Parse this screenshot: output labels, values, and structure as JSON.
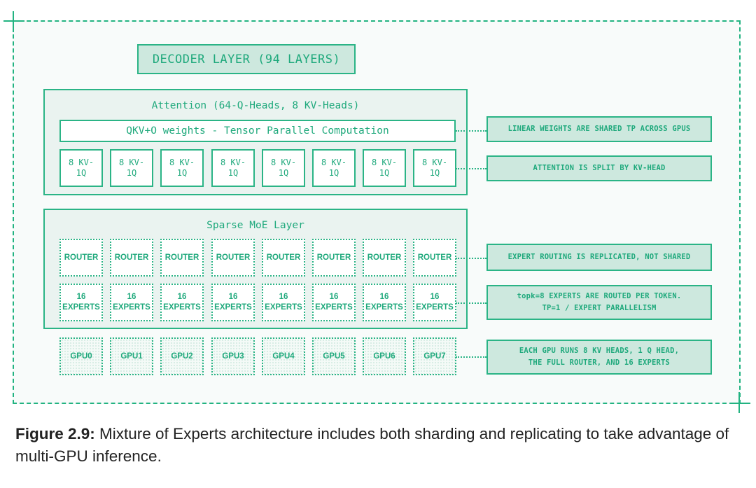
{
  "diagram": {
    "title": "DECODER LAYER (94 LAYERS)",
    "attention": {
      "title": "Attention (64-Q-Heads, 8 KV-Heads)",
      "qkv_label": "QKV+O weights - Tensor Parallel Computation",
      "heads": [
        {
          "line1": "8 KV-",
          "line2": "1Q"
        },
        {
          "line1": "8 KV-",
          "line2": "1Q"
        },
        {
          "line1": "8 KV-",
          "line2": "1Q"
        },
        {
          "line1": "8 KV-",
          "line2": "1Q"
        },
        {
          "line1": "8 KV-",
          "line2": "1Q"
        },
        {
          "line1": "8 KV-",
          "line2": "1Q"
        },
        {
          "line1": "8 KV-",
          "line2": "1Q"
        },
        {
          "line1": "8 KV-",
          "line2": "1Q"
        }
      ]
    },
    "moe": {
      "title": "Sparse MoE Layer",
      "routers": [
        "ROUTER",
        "ROUTER",
        "ROUTER",
        "ROUTER",
        "ROUTER",
        "ROUTER",
        "ROUTER",
        "ROUTER"
      ],
      "experts": [
        {
          "line1": "16",
          "line2": "EXPERTS"
        },
        {
          "line1": "16",
          "line2": "EXPERTS"
        },
        {
          "line1": "16",
          "line2": "EXPERTS"
        },
        {
          "line1": "16",
          "line2": "EXPERTS"
        },
        {
          "line1": "16",
          "line2": "EXPERTS"
        },
        {
          "line1": "16",
          "line2": "EXPERTS"
        },
        {
          "line1": "16",
          "line2": "EXPERTS"
        },
        {
          "line1": "16",
          "line2": "EXPERTS"
        }
      ]
    },
    "gpus": [
      "GPU0",
      "GPU1",
      "GPU2",
      "GPU3",
      "GPU4",
      "GPU5",
      "GPU6",
      "GPU7"
    ],
    "notes": [
      {
        "lines": [
          "LINEAR WEIGHTS ARE SHARED TP ACROSS GPUS"
        ]
      },
      {
        "lines": [
          "ATTENTION IS SPLIT BY KV-HEAD"
        ]
      },
      {
        "lines": [
          "EXPERT ROUTING IS REPLICATED, NOT SHARED"
        ]
      },
      {
        "lines": [
          "topk=8 EXPERTS ARE ROUTED PER TOKEN.",
          "TP=1 / EXPERT PARALLELISM"
        ]
      },
      {
        "lines": [
          "EACH GPU RUNS 8 KV HEADS, 1 Q HEAD,",
          "THE FULL ROUTER, AND 16 EXPERTS"
        ]
      }
    ],
    "colors": {
      "accent": "#1fa97c",
      "border": "#2bb486",
      "fill_light": "#cde8de",
      "panel_bg": "#eaf3f0"
    }
  },
  "caption": {
    "label": "Figure 2.9:",
    "text": " Mixture of Experts architecture includes both sharding and replicating to take advantage of multi-GPU inference."
  }
}
